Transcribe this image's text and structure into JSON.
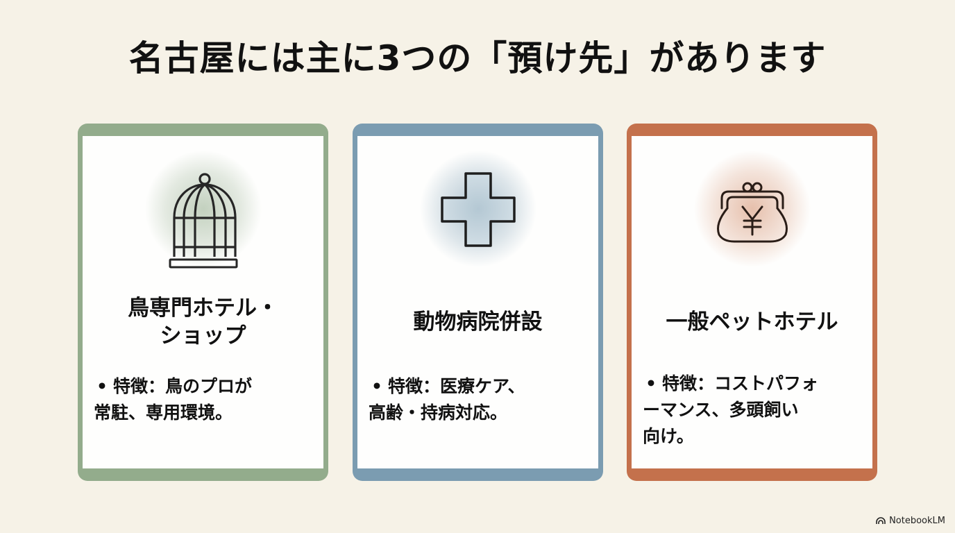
{
  "title": "名古屋には主に3つの「預け先」があります",
  "cards": [
    {
      "heading": "鳥専門ホテル・ショップ",
      "heading_lines": [
        "鳥専門ホテル・",
        "ショップ"
      ],
      "bullet_marker": "•",
      "bullet_lines": [
        "特徴：鳥のプロが",
        "常駐、専用環境。"
      ],
      "icon": "birdcage-icon",
      "accent_color": "#93ac8c"
    },
    {
      "heading": "動物病院併設",
      "heading_lines": [
        "動物病院併設"
      ],
      "bullet_marker": "•",
      "bullet_lines": [
        "特徴：医療ケア、",
        "高齢・持病対応。"
      ],
      "icon": "medical-cross-icon",
      "accent_color": "#7b9cb1"
    },
    {
      "heading": "一般ペットホテル",
      "heading_lines": [
        "一般ペットホテル"
      ],
      "bullet_marker": "•",
      "bullet_lines": [
        "特徴：コストパフォ",
        "ーマンス、多頭飼い",
        "向け。"
      ],
      "icon": "yen-coin-purse-icon",
      "accent_color": "#c4714c"
    }
  ],
  "brand": {
    "label": "NotebookLM",
    "icon": "notebooklm-logo-icon"
  }
}
